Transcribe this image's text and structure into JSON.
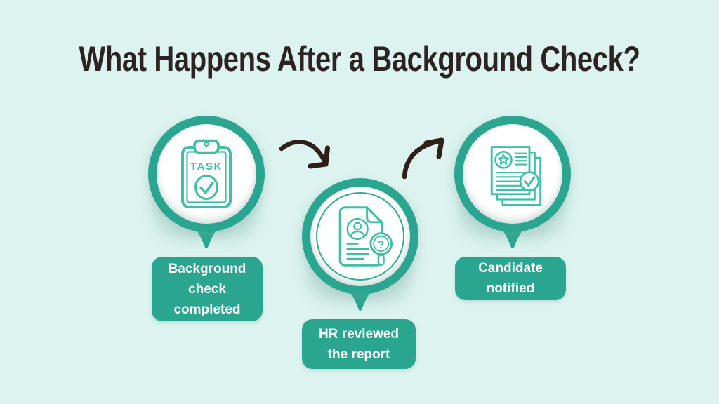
{
  "title": "What Happens After a Background Check?",
  "steps": [
    {
      "name": "background-check-completed",
      "label": "Background\ncheck\ncompleted",
      "icon": "clipboard-task-icon",
      "icon_text": "TASK"
    },
    {
      "name": "hr-reviewed-report",
      "label": "HR reviewed\nthe report",
      "icon": "resume-magnifier-icon",
      "icon_text": "?"
    },
    {
      "name": "candidate-notified",
      "label": "Candidate\nnotified",
      "icon": "approved-documents-icon"
    }
  ],
  "colors": {
    "background": "#dcf3ef",
    "teal_accent": "#2aa690",
    "icon_stroke": "#3ec0a7",
    "title_text": "#2d2323",
    "arrow": "#2e1f18",
    "label_text": "#ffffff"
  }
}
